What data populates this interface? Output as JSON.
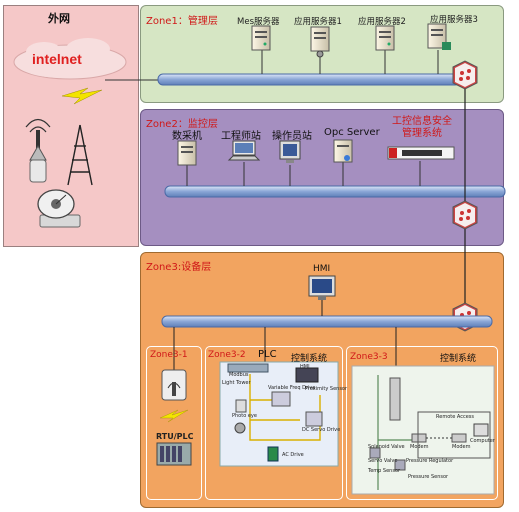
{
  "external": {
    "title": "外网",
    "cloud_text": "intelnet"
  },
  "zone1": {
    "title": "Zone1：管理层",
    "servers": [
      "Mes服务器",
      "应用服务器1",
      "应用服务器2",
      "应用服务器3"
    ]
  },
  "zone2": {
    "title": "Zone2：监控层",
    "devices": [
      "数采机",
      "工程师站",
      "操作员站",
      "Opc Server"
    ],
    "security_system": "工控信息安全\n管理系统"
  },
  "zone3": {
    "title": "Zone3:设备层",
    "hmi": "HMI",
    "sub1": {
      "title": "Zone3-1",
      "rtu_label": "RTU/PLC"
    },
    "sub2": {
      "title": "Zone3-2",
      "plc": "PLC",
      "control": "控制系统",
      "labels": [
        "Modbus",
        "HMI",
        "Light Tower",
        "Variable Freq Drive",
        "Proximity Sensor",
        "Photo eye",
        "DC Servo Drive",
        "AC Drive"
      ]
    },
    "sub3": {
      "title": "Zone3-3",
      "control": "控制系统",
      "labels": [
        "Remote Access",
        "Modem",
        "Modem",
        "Computer",
        "Solenoid Valve",
        "Servo Valve",
        "Temp Sensor",
        "Pressure Regulator",
        "Pressure Sensor"
      ]
    }
  }
}
